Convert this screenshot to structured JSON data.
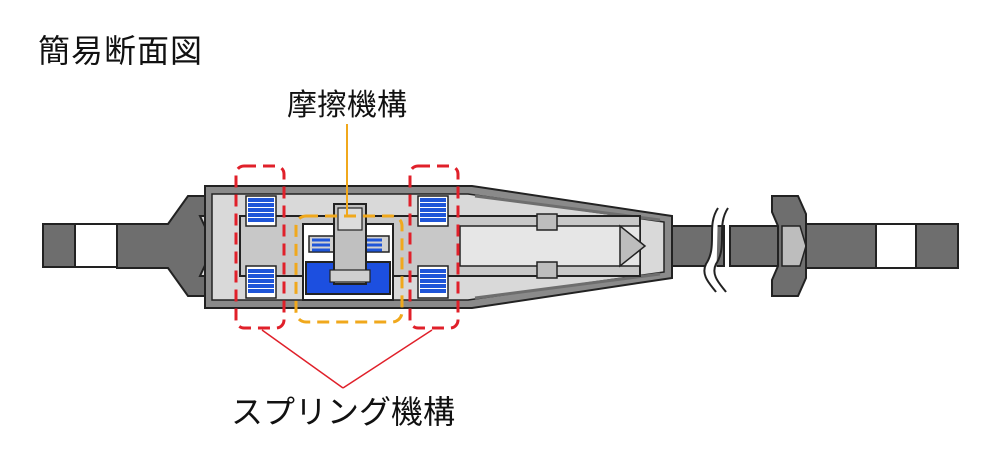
{
  "title": "簡易断面図",
  "labels": {
    "friction": "摩擦機構",
    "spring": "スプリング機構"
  },
  "colors": {
    "spring_blue": "#1f55d8",
    "block_blue": "#1c4fe0",
    "highlight_red": "#e0202a",
    "highlight_orange": "#f0a81c",
    "leader_red": "#e0202a",
    "shaft_dark": "#6e6e6e",
    "body_light": "#d9d9d9",
    "outline": "#222222"
  }
}
